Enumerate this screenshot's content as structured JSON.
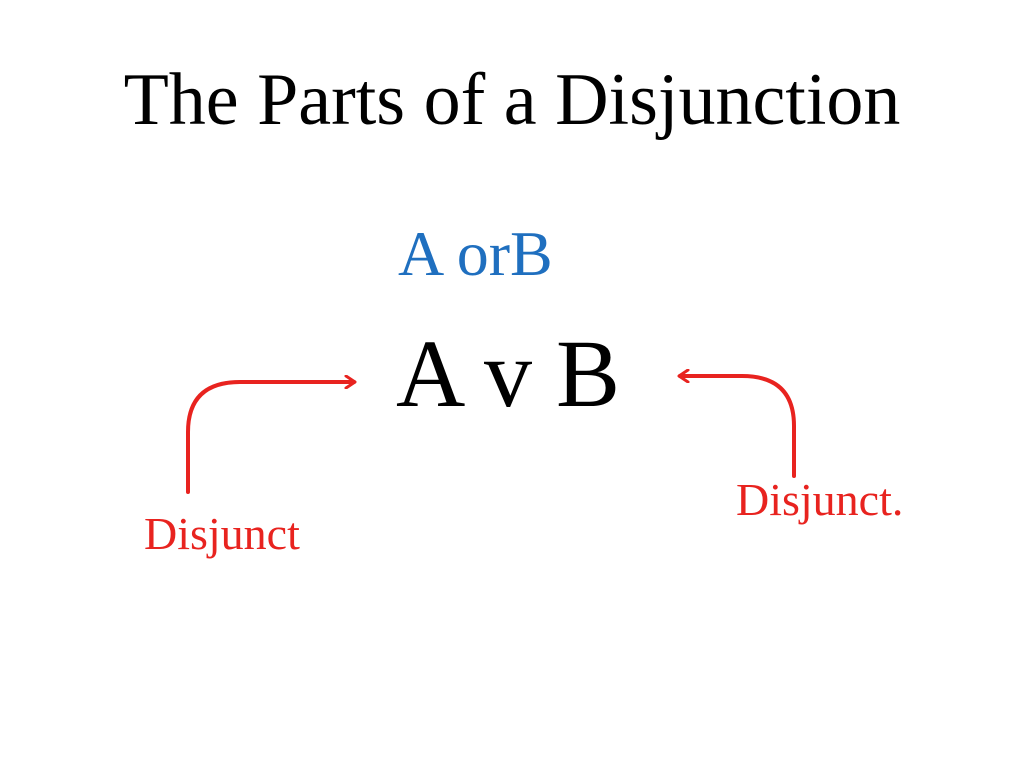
{
  "title": "The Parts of a Disjunction",
  "english_form": "A orB",
  "formula": "A v B",
  "labels": {
    "left": "Disjunct",
    "right": "Disjunct."
  },
  "colors": {
    "title": "#000000",
    "english_form": "#1f6fbf",
    "formula": "#000000",
    "label": "#e8231f",
    "arrow": "#e8231f"
  }
}
